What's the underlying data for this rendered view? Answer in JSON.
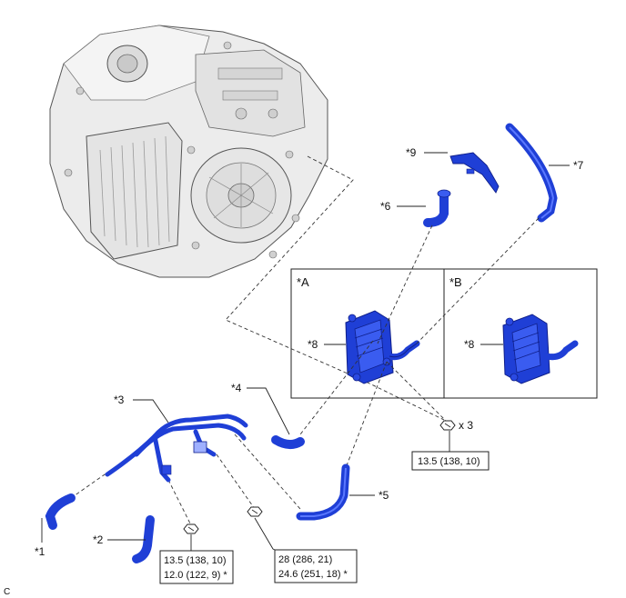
{
  "colors": {
    "part": "#1f3fd6",
    "part_dark": "#0f1f8a",
    "part_light": "#5a78ff",
    "transmission": "#e9e9e9",
    "outline": "#444444"
  },
  "callouts": {
    "c1": "*1",
    "c2": "*2",
    "c3": "*3",
    "c4": "*4",
    "c5": "*5",
    "c6": "*6",
    "c7": "*7",
    "c8a": "*8",
    "c8b": "*8",
    "c9": "*9"
  },
  "panels": {
    "a": "*A",
    "b": "*B"
  },
  "torque": {
    "right": "13.5 (138, 10)",
    "right_qty": "x 3",
    "lower_left_line1": "13.5 (138, 10)",
    "lower_left_line2": "12.0 (122, 9) *",
    "lower_mid_line1": "28 (286, 21)",
    "lower_mid_line2": "24.6 (251, 18) *"
  },
  "corner_code": "C",
  "icons": [
    "bolt-icon",
    "transmission-illustration",
    "oil-cooler-illustration",
    "hose-illustration"
  ]
}
